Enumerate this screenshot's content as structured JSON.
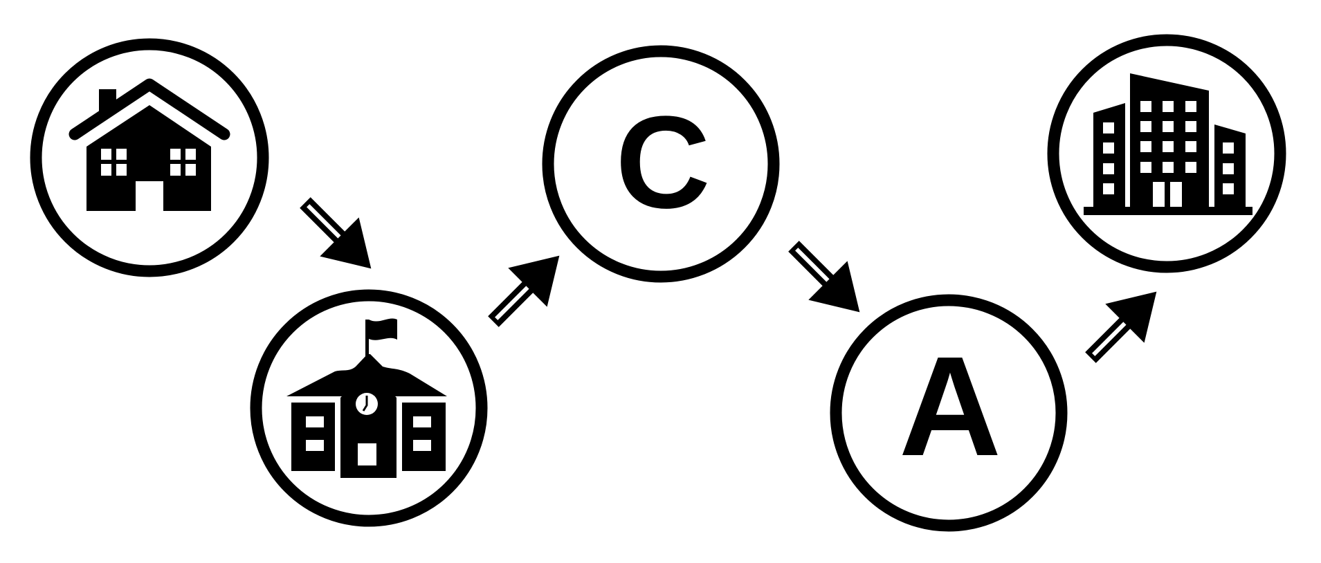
{
  "diagram": {
    "ink_color": "#000000",
    "background_color": "#ffffff",
    "nodes": [
      {
        "id": "home",
        "icon": "house-icon",
        "label": ""
      },
      {
        "id": "school",
        "icon": "school-building-icon",
        "label": ""
      },
      {
        "id": "c",
        "icon": "",
        "label": "C"
      },
      {
        "id": "a",
        "icon": "",
        "label": "A"
      },
      {
        "id": "office",
        "icon": "office-buildings-icon",
        "label": ""
      }
    ],
    "arrows": [
      {
        "from": "home",
        "to": "school",
        "direction": "down-right"
      },
      {
        "from": "school",
        "to": "c",
        "direction": "up-right"
      },
      {
        "from": "c",
        "to": "a",
        "direction": "down-right"
      },
      {
        "from": "a",
        "to": "office",
        "direction": "up-right"
      }
    ]
  }
}
